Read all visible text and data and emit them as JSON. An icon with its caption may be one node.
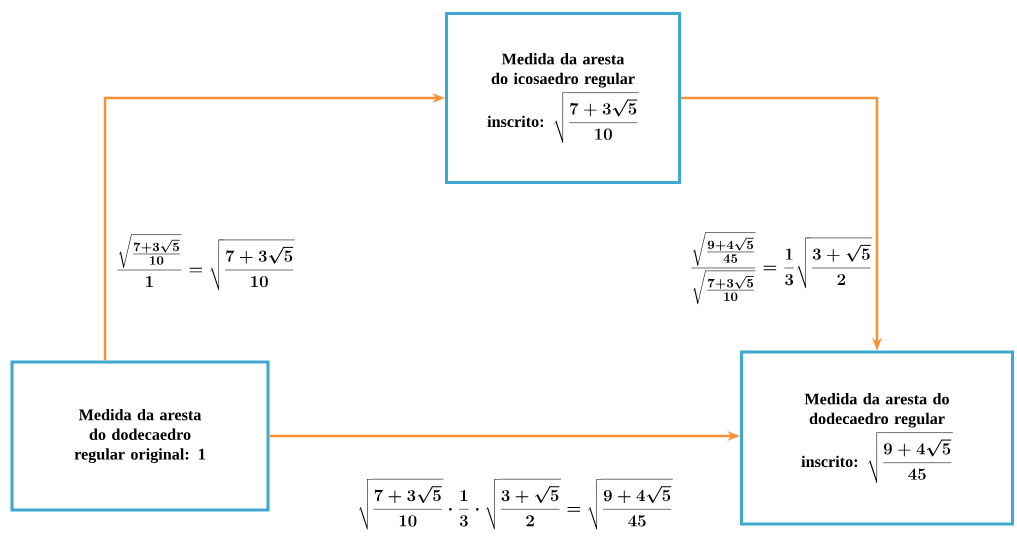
{
  "diagram": {
    "nodes": [
      {
        "text": [
          "Medida da aresta do icosaedro regular",
          "inscrito:",
          "\\sqrt{\\frac{7+3\\sqrt{5}}{10}}"
        ]
      },
      {
        "text": [
          "Medida da aresta do dodecaedro regular original: 1"
        ]
      },
      {
        "text": [
          "Medida da aresta do dodecaedro regular",
          "inscrito:",
          "\\sqrt{\\frac{9+4\\sqrt{5}}{45}}"
        ]
      }
    ],
    "edges": [
      {
        "from": 1,
        "to": 0,
        "arrow": "to",
        "label": "\\frac{\\sqrt{\\frac{7+3\\sqrt{5}}{10}}}{1}=\\sqrt{\\frac{7+3\\sqrt{5}}{10}}"
      },
      {
        "from": 0,
        "to": 2,
        "arrow": "to",
        "label": "\\frac{\\sqrt{\\frac{9+4\\sqrt{5}}{45}}}{\\sqrt{\\frac{7+3\\sqrt{5}}{10}}}=\\frac{1}{3}\\sqrt{\\frac{3+\\sqrt{5}}{2}}"
      },
      {
        "from": 1,
        "to": 2,
        "arrow": "to",
        "label": "\\sqrt{\\frac{7+3\\sqrt{5}}{10}}\\cdot\\frac{1}{3}\\cdot\\sqrt{\\frac{3+\\sqrt{5}}{2}}=\\sqrt{\\frac{9+4\\sqrt{5}}{45}}"
      }
    ]
  }
}
